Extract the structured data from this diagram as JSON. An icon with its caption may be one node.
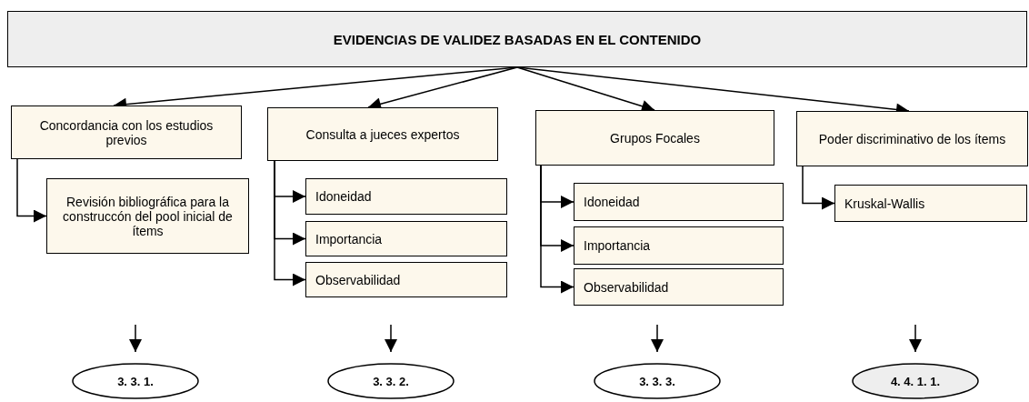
{
  "diagram": {
    "nodes": [
      {
        "text": [
          "EVIDENCIAS DE VALIDEZ BASADAS EN EL CONTENIDO"
        ]
      },
      {
        "text": [
          "Concordancia con los estudios previos"
        ]
      },
      {
        "text": [
          "Revisión bibliográfica para la construccón del pool inicial de ítems"
        ]
      },
      {
        "text": [
          "Consulta a jueces expertos"
        ]
      },
      {
        "text": [
          "Idoneidad"
        ]
      },
      {
        "text": [
          "Importancia"
        ]
      },
      {
        "text": [
          "Observabilidad"
        ]
      },
      {
        "text": [
          "Grupos Focales"
        ]
      },
      {
        "text": [
          "Idoneidad"
        ]
      },
      {
        "text": [
          "Importancia"
        ]
      },
      {
        "text": [
          "Observabilidad"
        ]
      },
      {
        "text": [
          "Poder discriminativo de los ítems"
        ]
      },
      {
        "text": [
          "Kruskal-Wallis"
        ]
      },
      {
        "text": [
          "3. 3. 1."
        ]
      },
      {
        "text": [
          "3. 3. 2."
        ]
      },
      {
        "text": [
          "3. 3. 3."
        ]
      },
      {
        "text": [
          "4. 4. 1. 1."
        ]
      }
    ],
    "edges": [
      {
        "from": 0,
        "to": 1,
        "arrow": "to"
      },
      {
        "from": 0,
        "to": 3,
        "arrow": "to"
      },
      {
        "from": 0,
        "to": 7,
        "arrow": "to"
      },
      {
        "from": 0,
        "to": 11,
        "arrow": "to"
      },
      {
        "from": 1,
        "to": 2,
        "arrow": "to"
      },
      {
        "from": 3,
        "to": 4,
        "arrow": "to"
      },
      {
        "from": 3,
        "to": 5,
        "arrow": "to"
      },
      {
        "from": 3,
        "to": 6,
        "arrow": "to"
      },
      {
        "from": 7,
        "to": 8,
        "arrow": "to"
      },
      {
        "from": 7,
        "to": 9,
        "arrow": "to"
      },
      {
        "from": 7,
        "to": 10,
        "arrow": "to"
      },
      {
        "from": 11,
        "to": 12,
        "arrow": "to"
      },
      {
        "from": null,
        "to": 13,
        "arrow": "to"
      },
      {
        "from": null,
        "to": 14,
        "arrow": "to"
      },
      {
        "from": null,
        "to": 15,
        "arrow": "to"
      },
      {
        "from": null,
        "to": 16,
        "arrow": "to"
      }
    ]
  }
}
